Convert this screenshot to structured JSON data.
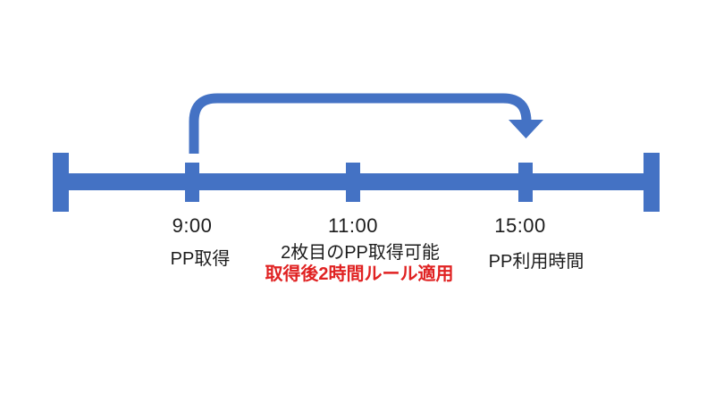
{
  "diagram": {
    "type": "timeline",
    "colors": {
      "timeline_blue": "#4472c4",
      "label_black": "#1c1c1c",
      "alert_red": "#e02222"
    },
    "points": [
      {
        "time": "9:00",
        "label": "PP取得"
      },
      {
        "time": "11:00",
        "label": "2枚目のPP取得可能",
        "alert": "取得後2時間ルール適用"
      },
      {
        "time": "15:00",
        "label": "PP利用時間"
      }
    ],
    "arrow": {
      "from_time": "9:00",
      "to_time": "15:00"
    }
  }
}
